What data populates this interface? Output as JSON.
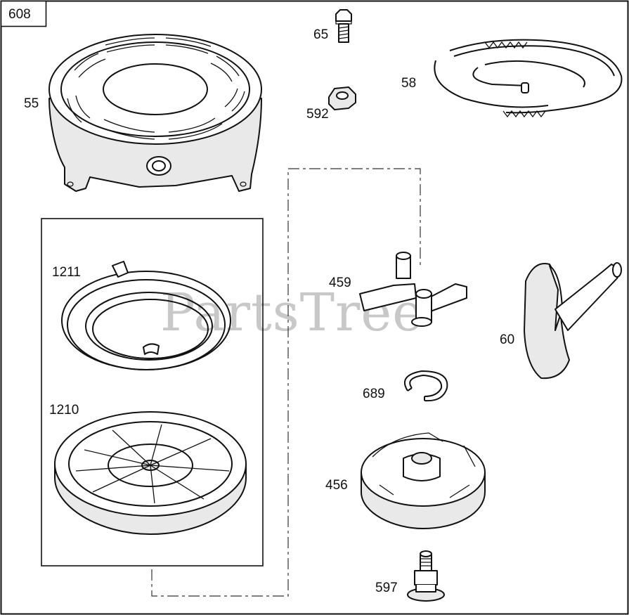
{
  "diagram_number": "608",
  "watermark": "PartsTree",
  "parts": [
    {
      "key": "p55",
      "number": "55"
    },
    {
      "key": "p65",
      "number": "65"
    },
    {
      "key": "p592",
      "number": "592"
    },
    {
      "key": "p58",
      "number": "58"
    },
    {
      "key": "p1211",
      "number": "1211"
    },
    {
      "key": "p1210",
      "number": "1210"
    },
    {
      "key": "p459",
      "number": "459"
    },
    {
      "key": "p60",
      "number": "60"
    },
    {
      "key": "p689",
      "number": "689"
    },
    {
      "key": "p456",
      "number": "456"
    },
    {
      "key": "p597",
      "number": "597"
    }
  ]
}
